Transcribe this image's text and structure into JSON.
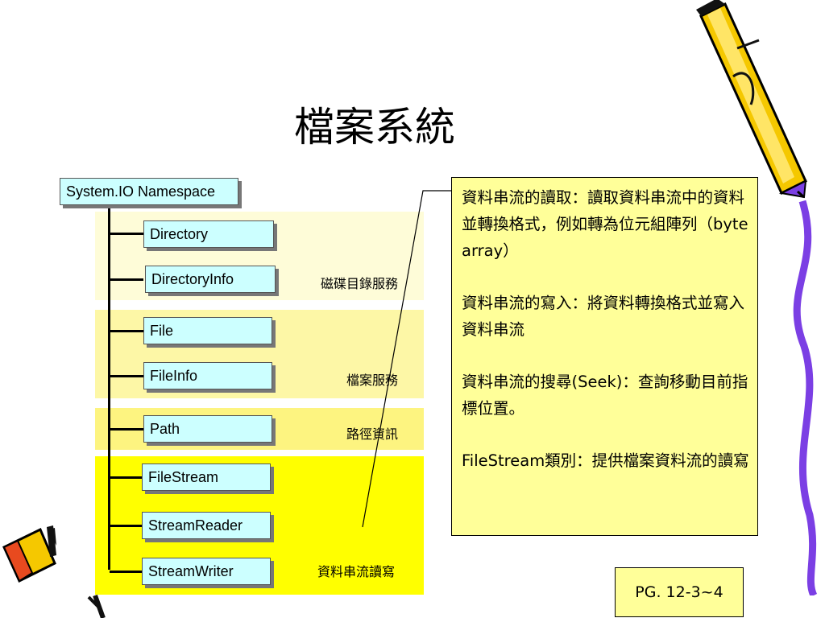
{
  "title": "檔案系統",
  "diagram": {
    "root": "System.IO Namespace",
    "groups": [
      {
        "service": "磁碟目錄服務",
        "classes": [
          "Directory",
          "DirectoryInfo"
        ]
      },
      {
        "service": "檔案服務",
        "classes": [
          "File",
          "FileInfo"
        ]
      },
      {
        "service": "路徑資訊",
        "classes": [
          "Path"
        ]
      },
      {
        "service": "資料串流讀寫",
        "classes": [
          "FileStream",
          "StreamReader",
          "StreamWriter"
        ]
      }
    ]
  },
  "notes": [
    "資料串流的讀取：讀取資料串流中的資料並轉換格式，例如轉為位元組陣列（byte array）",
    "資料串流的寫入：將資料轉換格式並寫入資料串流",
    "資料串流的搜尋(Seek)：查詢移動目前指標位置。",
    "FileStream類別：提供檔案資料流的讀寫"
  ],
  "page_ref": "PG. 12-3~4",
  "colors": {
    "band_1": "#fefcd8",
    "band_2": "#fdf7a6",
    "band_3": "#fdf480",
    "band_4": "#ffff00",
    "node_fill": "#ccffff",
    "note_fill": "#ffff99",
    "pencil_yellow": "#f5c800",
    "pencil_purple": "#7b3fe4"
  }
}
